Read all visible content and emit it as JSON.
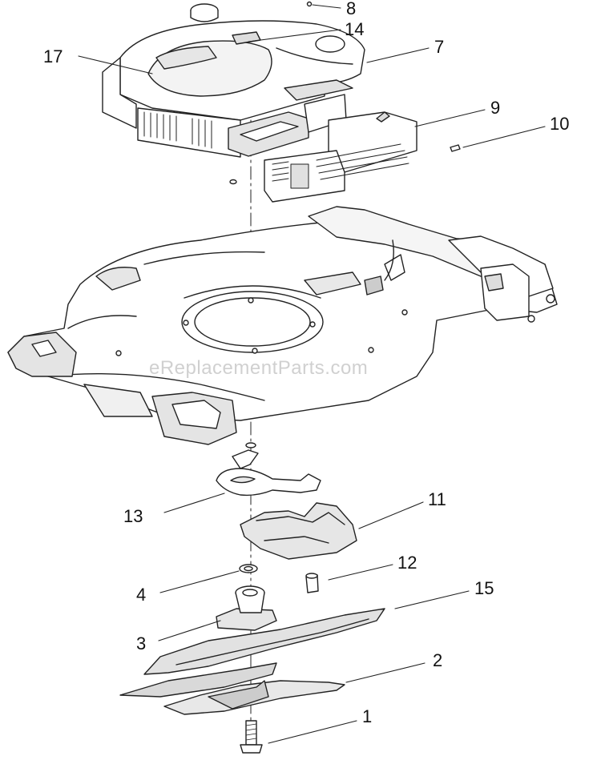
{
  "diagram": {
    "watermark": "eReplacementParts.com",
    "colors": {
      "line": "#222222",
      "shade": "#cfcfcf",
      "light": "#e9e9e9",
      "background": "#ffffff"
    },
    "parts": [
      {
        "number": "8"
      },
      {
        "number": "14"
      },
      {
        "number": "7"
      },
      {
        "number": "17"
      },
      {
        "number": "9"
      },
      {
        "number": "10"
      },
      {
        "number": "13"
      },
      {
        "number": "11"
      },
      {
        "number": "12"
      },
      {
        "number": "15"
      },
      {
        "number": "4"
      },
      {
        "number": "3"
      },
      {
        "number": "2"
      },
      {
        "number": "1"
      }
    ]
  }
}
